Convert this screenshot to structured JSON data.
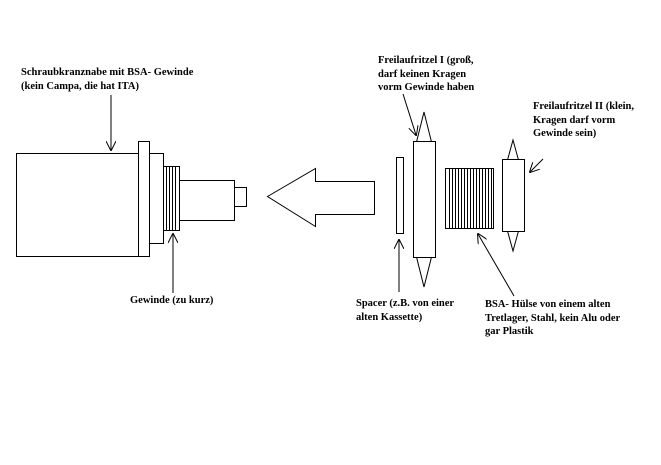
{
  "labels": {
    "hub": [
      "Schraubkranznabe mit BSA- Gewinde",
      "(kein Campa, die hat ITA)"
    ],
    "gewinde": [
      "Gewinde (zu kurz)"
    ],
    "tool1": [
      "Freilaufritzel I (groß,",
      "darf keinen Kragen",
      "vorm Gewinde haben"
    ],
    "tool2": [
      "Freilaufritzel II (klein,",
      "Kragen darf vorm",
      "Gewinde sein)"
    ],
    "spacer": [
      "Spacer (z.B. von einer",
      "alten Kassette)"
    ],
    "sleeve": [
      "BSA- Hülse von einem alten",
      "Tretlager, Stahl, kein Alu oder",
      "gar Plastik"
    ]
  },
  "colors": {
    "ink": "#000000",
    "paper": "#ffffff"
  }
}
